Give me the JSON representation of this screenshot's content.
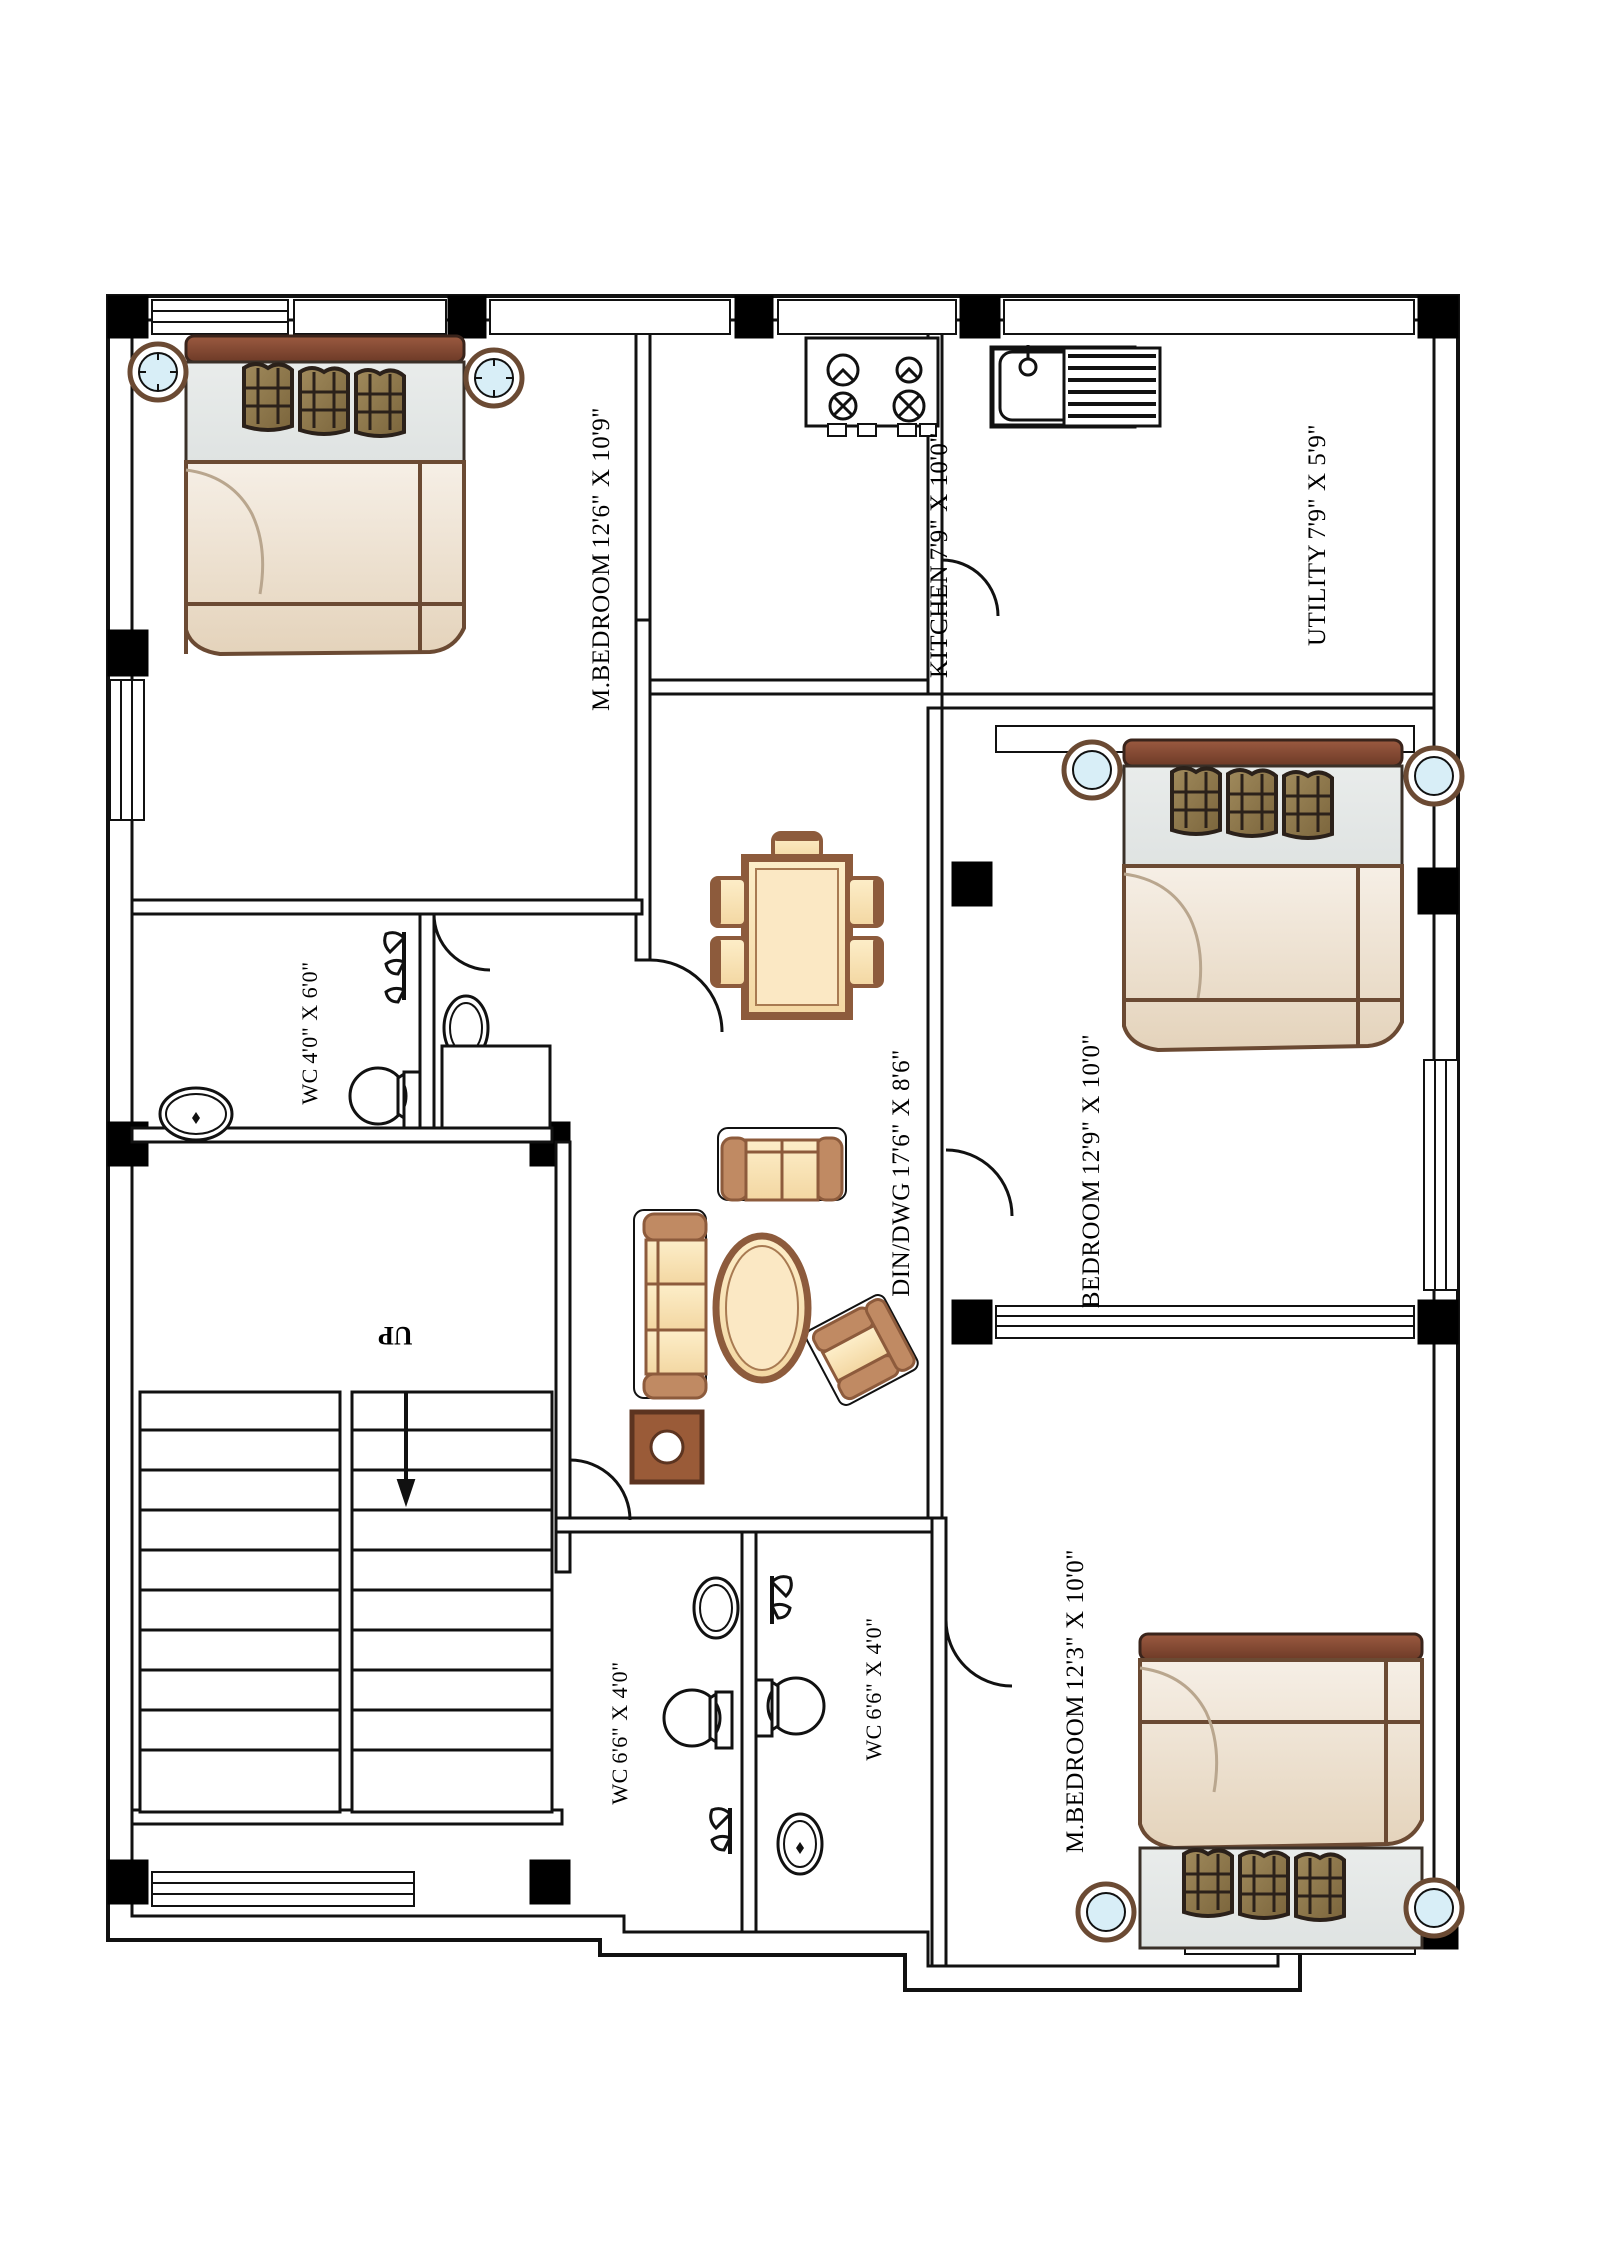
{
  "drawing": {
    "kind": "architectural-floor-plan",
    "title": "Residential Ground Floor Plan",
    "stroke_color": "#1a1a1a",
    "wall_fill": "#000000",
    "background": "#ffffff",
    "furniture_colors": {
      "bed_frame": "#7a4230",
      "bed_sheet": "#efe4d6",
      "pillow": "#8a7346",
      "sofa": "#f7ddaf",
      "sofa_arm": "#9c6b4a",
      "table_top": "#f7dfb0",
      "table_edge": "#8d5b3c",
      "nightstand_ring": "#d8eef7"
    }
  },
  "rooms": [
    {
      "id": "m-bedroom-top-left",
      "name": "M.BEDROOM",
      "dimension": "12'6\" X 10'9\""
    },
    {
      "id": "kitchen",
      "name": "KITCHEN",
      "dimension": "7'9\" X 10'0\""
    },
    {
      "id": "utility",
      "name": "UTILITY",
      "dimension": "7'9\" X 5'9\""
    },
    {
      "id": "wc-top-left",
      "name": "WC",
      "dimension": "4'0\" X 6'0\""
    },
    {
      "id": "din-dwg",
      "name": "DIN/DWG",
      "dimension": "17'6\" X 8'6\""
    },
    {
      "id": "bedroom-right",
      "name": "BEDROOM",
      "dimension": "12'9\" X 10'0\""
    },
    {
      "id": "wc-bottom-left",
      "name": "WC",
      "dimension": "6'6\" X 4'0\""
    },
    {
      "id": "wc-bottom-right",
      "name": "WC",
      "dimension": "6'6\" X 4'0\""
    },
    {
      "id": "m-bedroom-bottom",
      "name": "M.BEDROOM",
      "dimension": "12'3\" X 10'0\""
    }
  ],
  "annotations": {
    "stair_direction": "UP"
  },
  "fixtures": [
    {
      "id": "stove",
      "name": "4-burner-stove",
      "room": "kitchen"
    },
    {
      "id": "sink",
      "name": "kitchen-sink",
      "room": "kitchen"
    },
    {
      "id": "drainboard",
      "name": "sink-drainboard",
      "room": "kitchen"
    },
    {
      "id": "wc-pan-1",
      "name": "water-closet",
      "room": "wc-top-left"
    },
    {
      "id": "wash-basin-1",
      "name": "wash-basin",
      "room": "wc-top-left"
    },
    {
      "id": "wc-pan-2",
      "name": "water-closet",
      "room": "wc-bottom-left"
    },
    {
      "id": "wash-basin-2",
      "name": "wash-basin",
      "room": "wc-bottom-left"
    },
    {
      "id": "wc-pan-3",
      "name": "water-closet",
      "room": "wc-bottom-right"
    },
    {
      "id": "wash-basin-3",
      "name": "wash-basin",
      "room": "wc-bottom-right"
    },
    {
      "id": "stair-flight",
      "name": "staircase",
      "room": "stair-hall"
    }
  ],
  "furniture": [
    {
      "id": "bed-1",
      "name": "double-bed",
      "room": "m-bedroom-top-left"
    },
    {
      "id": "bed-2",
      "name": "double-bed",
      "room": "bedroom-right"
    },
    {
      "id": "bed-3",
      "name": "double-bed",
      "room": "m-bedroom-bottom"
    },
    {
      "id": "dining-set",
      "name": "dining-table-6-seat",
      "room": "din-dwg"
    },
    {
      "id": "sofa-3",
      "name": "three-seater-sofa",
      "room": "din-dwg"
    },
    {
      "id": "sofa-2",
      "name": "two-seater-sofa",
      "room": "din-dwg"
    },
    {
      "id": "armchair",
      "name": "arm-chair",
      "room": "din-dwg"
    },
    {
      "id": "coffee-table",
      "name": "oval-coffee-table",
      "room": "din-dwg"
    },
    {
      "id": "side-table",
      "name": "square-side-table",
      "room": "din-dwg"
    }
  ]
}
